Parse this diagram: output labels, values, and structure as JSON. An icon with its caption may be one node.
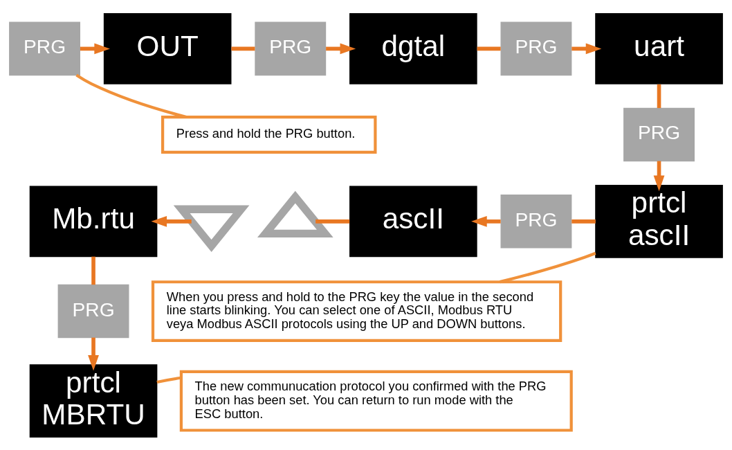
{
  "diagram": {
    "nodes": [
      {
        "text": [
          "PRG"
        ]
      },
      {
        "text": [
          "OUT"
        ]
      },
      {
        "text": [
          "PRG"
        ]
      },
      {
        "text": [
          "dgtal"
        ]
      },
      {
        "text": [
          "PRG"
        ]
      },
      {
        "text": [
          "uart"
        ]
      },
      {
        "text": [
          "PRG"
        ]
      },
      {
        "text": [
          "prtcl",
          "ascII"
        ]
      },
      {
        "text": [
          "PRG"
        ]
      },
      {
        "text": [
          "ascII"
        ]
      },
      {
        "text": [],
        "shape": "box"
      },
      {
        "text": [],
        "shape": "box"
      },
      {
        "text": [
          "Mb.rtu"
        ]
      },
      {
        "text": [
          "PRG"
        ]
      },
      {
        "text": [
          "prtcl",
          "MBRTU"
        ]
      },
      {
        "text": [
          "Press and hold the PRG button."
        ]
      },
      {
        "text": [
          "When you press and hold to the PRG key the value in the second line starts blinking. You can select one of ASCII, Modbus RTU veya Modbus ASCII protocols using the UP and DOWN buttons."
        ]
      },
      {
        "text": [
          "The new communucation protocol you confirmed with the PRG button has been set. You can return to run mode with the ESC button."
        ]
      }
    ],
    "edges": [
      {
        "from": 0,
        "to": 1,
        "arrow": "to"
      },
      {
        "from": 1,
        "to": 2,
        "arrow": "none"
      },
      {
        "from": 2,
        "to": 3,
        "arrow": "to"
      },
      {
        "from": 3,
        "to": 4,
        "arrow": "none"
      },
      {
        "from": 4,
        "to": 5,
        "arrow": "to"
      },
      {
        "from": 5,
        "to": 6,
        "arrow": "none"
      },
      {
        "from": 6,
        "to": 7,
        "arrow": "to"
      },
      {
        "from": 7,
        "to": 8,
        "arrow": "none"
      },
      {
        "from": 8,
        "to": 9,
        "arrow": "to"
      },
      {
        "from": 9,
        "to": 11,
        "arrow": "none"
      },
      {
        "from": 10,
        "to": 12,
        "arrow": "to"
      },
      {
        "from": 12,
        "to": 13,
        "arrow": "none"
      },
      {
        "from": 13,
        "to": 14,
        "arrow": "to"
      },
      {
        "from": 15,
        "to": 0,
        "arrow": "none"
      },
      {
        "from": 16,
        "to": 7,
        "arrow": "none"
      },
      {
        "from": 17,
        "to": 14,
        "arrow": "none"
      }
    ]
  }
}
